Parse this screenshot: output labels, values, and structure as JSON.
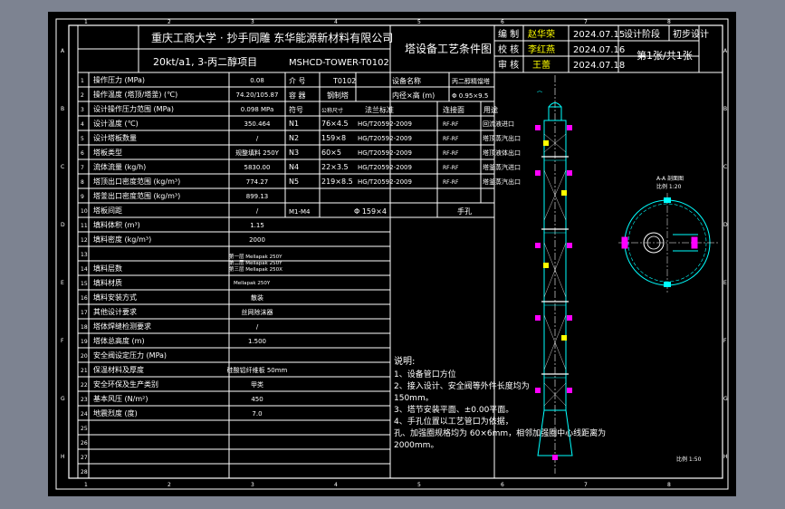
{
  "sheet": {
    "border_numbers_top": [
      "1",
      "2",
      "3",
      "4",
      "5",
      "6",
      "7",
      "8"
    ],
    "border_numbers_bottom": [
      "1",
      "2",
      "3",
      "4",
      "5",
      "6",
      "7",
      "8"
    ],
    "border_letters_left": [
      "A",
      "B",
      "C",
      "D",
      "E",
      "F",
      "G",
      "H"
    ],
    "border_letters_right": [
      "A",
      "B",
      "C",
      "D",
      "E",
      "F",
      "G",
      "H"
    ]
  },
  "title_block": {
    "org_line": "重庆工商大学 · 抄手同雕  东华能源新材料有限公司",
    "project_line": "20kt/a1, 3-丙二醇项目",
    "drawing_no": "MSHCD-TOWER-T0102",
    "drawing_name": "塔设备工艺条件图",
    "sign_rows": [
      {
        "role": "编  制",
        "name": "赵华荣",
        "date": "2024.07.15"
      },
      {
        "role": "校  核",
        "name": "李红燕",
        "date": "2024.07.16"
      },
      {
        "role": "审  核",
        "name": "王蕾",
        "date": "2024.07.18"
      }
    ],
    "stage_label": "设计阶段",
    "stage_value": "初步设计",
    "sheet_count": "第1张/共1张"
  },
  "params": {
    "rows": [
      {
        "no": "1",
        "name": "操作压力 (MPa)",
        "value": "0.08"
      },
      {
        "no": "2",
        "name": "操作温度 (塔顶/塔釜) (℃)",
        "value": "74.20/105.87"
      },
      {
        "no": "3",
        "name": "设计操作压力范围 (MPa)",
        "value": "0.098 MPa"
      },
      {
        "no": "4",
        "name": "设计温度 (℃)",
        "value": "350.464"
      },
      {
        "no": "5",
        "name": "设计塔板数量",
        "value": "/"
      },
      {
        "no": "6",
        "name": "塔板类型",
        "value": "规整填料 250Y"
      },
      {
        "no": "7",
        "name": "流体流量 (kg/h)",
        "value": "5830.00"
      },
      {
        "no": "8",
        "name": "塔顶出口密度范围 (kg/m³)",
        "value": "774.27"
      },
      {
        "no": "9",
        "name": "塔釜出口密度范围 (kg/m³)",
        "value": "899.13"
      },
      {
        "no": "10",
        "name": "塔板间距",
        "value": "/"
      },
      {
        "no": "11",
        "name": "填料体积 (m³)",
        "value": "1.15"
      },
      {
        "no": "12",
        "name": "填料密度 (kg/m³)",
        "value": "2000"
      },
      {
        "no": "13",
        "name": "",
        "value": ""
      },
      {
        "no": "14",
        "name": "填料层数",
        "value": ""
      },
      {
        "no": "15",
        "name": "填料材质",
        "value": ""
      },
      {
        "no": "16",
        "name": "填料安装方式",
        "value": "散装"
      },
      {
        "no": "17",
        "name": "其他设计要求",
        "value": "丝网除沫器"
      },
      {
        "no": "18",
        "name": "塔体焊缝检测要求",
        "value": "/"
      },
      {
        "no": "19",
        "name": "塔体总高度 (m)",
        "value": "1.500"
      },
      {
        "no": "20",
        "name": "安全阀设定压力 (MPa)",
        "value": ""
      },
      {
        "no": "21",
        "name": "保温材料及厚度",
        "value": "硅酸铝纤维板 50mm"
      },
      {
        "no": "22",
        "name": "安全环保及生产类别",
        "value": "甲类"
      },
      {
        "no": "23",
        "name": "基本风压 (N/m²)",
        "value": "450"
      },
      {
        "no": "24",
        "name": "地震烈度 (度)",
        "value": "7.0"
      },
      {
        "no": "25",
        "name": "",
        "value": ""
      },
      {
        "no": "26",
        "name": "",
        "value": ""
      },
      {
        "no": "27",
        "name": "",
        "value": ""
      },
      {
        "no": "28",
        "name": "",
        "value": ""
      }
    ],
    "packing_detail_lines": [
      "第一层 Mellapak 250Y",
      "第二层 Mellapak 250Y",
      "第三层 Mellapak 250X"
    ],
    "packing_material_lines": [
      "Mellapak 250Y"
    ]
  },
  "equipment": {
    "row1": {
      "c1": "介  号",
      "c2": "T0102",
      "c3": "设备名称",
      "c4": "丙二醇精馏塔"
    },
    "row2": {
      "c1": "容  器",
      "c2": "钢制塔",
      "c3": "内径×高 (m)",
      "c4": "Φ 0.95×9.5"
    },
    "nozzle_header": {
      "code": "符号",
      "size": "公称尺寸",
      "standard": "法兰标准",
      "face": "连接面",
      "purpose": "用途"
    },
    "nozzles": [
      {
        "code": "N1",
        "size": "76×4.5",
        "standard": "HG/T20592-2009",
        "face": "RF-RF",
        "purpose": "回流液进口"
      },
      {
        "code": "N2",
        "size": "159×8",
        "standard": "HG/T20592-2009",
        "face": "RF-RF",
        "purpose": "塔顶蒸汽出口"
      },
      {
        "code": "N3",
        "size": "60×5",
        "standard": "HG/T20592-2009",
        "face": "RF-RF",
        "purpose": "塔顶液体出口"
      },
      {
        "code": "N4",
        "size": "22×3.5",
        "standard": "HG/T20592-2009",
        "face": "RF-RF",
        "purpose": "塔釜蒸汽进口"
      },
      {
        "code": "N5",
        "size": "219×8.5",
        "standard": "HG/T20592-2009",
        "face": "RF-RF",
        "purpose": "塔釜蒸汽出口"
      }
    ],
    "manhole": {
      "code": "M1-M4",
      "size": "Φ 159×4",
      "purpose": "手孔"
    }
  },
  "notes": {
    "title": "说明:",
    "lines": [
      "1、设备管口方位",
      "2、接入设计、安全阀等外件长度均为",
      "150mm。",
      "3、塔节安装平面、±0.00平面。",
      "4、手孔位置以工艺管口为依据，",
      "孔、加强圈规格均为 60×6mm，相邻加强圈中心线距离为",
      "2000mm。"
    ]
  },
  "drawing": {
    "section_label": "A-A 剖面图",
    "section_scale": "比例 1:20",
    "main_scale": "比例 1:50"
  }
}
